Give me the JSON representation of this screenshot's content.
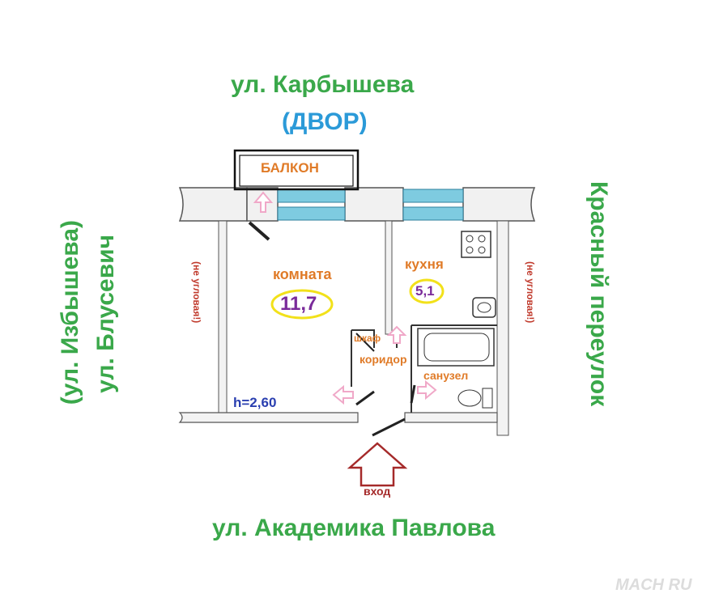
{
  "streets": {
    "top": "ул. Карбышева",
    "top_note": "(ДВОР)",
    "bottom": "ул. Академика Павлова",
    "left_main": "ул. Блусевич",
    "left_alt": "(ул. Избышева)",
    "right": "Красный переулок"
  },
  "corner_notes": {
    "left": "(не угловая!)",
    "right": "(не угловая!)"
  },
  "rooms": {
    "balcony": "БАЛКОН",
    "room_label": "комната",
    "room_area": "11,7",
    "kitchen_label": "кухня",
    "kitchen_area": "5,1",
    "closet": "шкаф",
    "corridor": "коридор",
    "bathroom": "санузел",
    "entrance": "вход",
    "ceiling": "h=2,60"
  },
  "watermark": "MACH RU",
  "colors": {
    "street": "#3aa84a",
    "dvor": "#2b9ad8",
    "label_orange": "#e07b28",
    "area_purple": "#7a2b9a",
    "area_ring": "#f2e11a",
    "note_red": "#c0392b",
    "ceiling_blue": "#2a3fb0",
    "window_blue": "#7ecbe0",
    "arrow_pink": "#f0a8c8",
    "entrance_arrow": "#a52a2a"
  }
}
